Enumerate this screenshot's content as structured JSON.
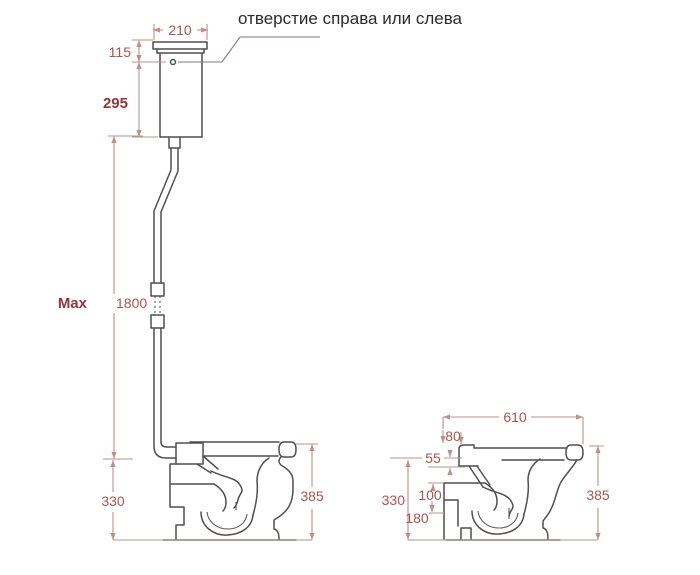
{
  "note": "отверстие справа или слева",
  "colors": {
    "outline": "#4f4f4f",
    "dimension_line": "#bb9289",
    "dimension_label": "#a7564f",
    "dimension_label_strong": "#93353a",
    "note_text": "#2a2a2a",
    "background": "#ffffff"
  },
  "drawing": {
    "cistern": {
      "width": "210",
      "top_to_inlet": "115",
      "height": "295"
    },
    "flush_pipe": {
      "max_label": "Max",
      "max_length": "1800"
    },
    "left_view": {
      "inlet_height": "330",
      "rim_height": "385"
    },
    "right_view": {
      "depth": "610",
      "seat_drop": "80",
      "rim_thickness": "55",
      "inlet_height": "330",
      "trap_offset": "100",
      "outlet_height": "180",
      "rim_height": "385"
    }
  }
}
